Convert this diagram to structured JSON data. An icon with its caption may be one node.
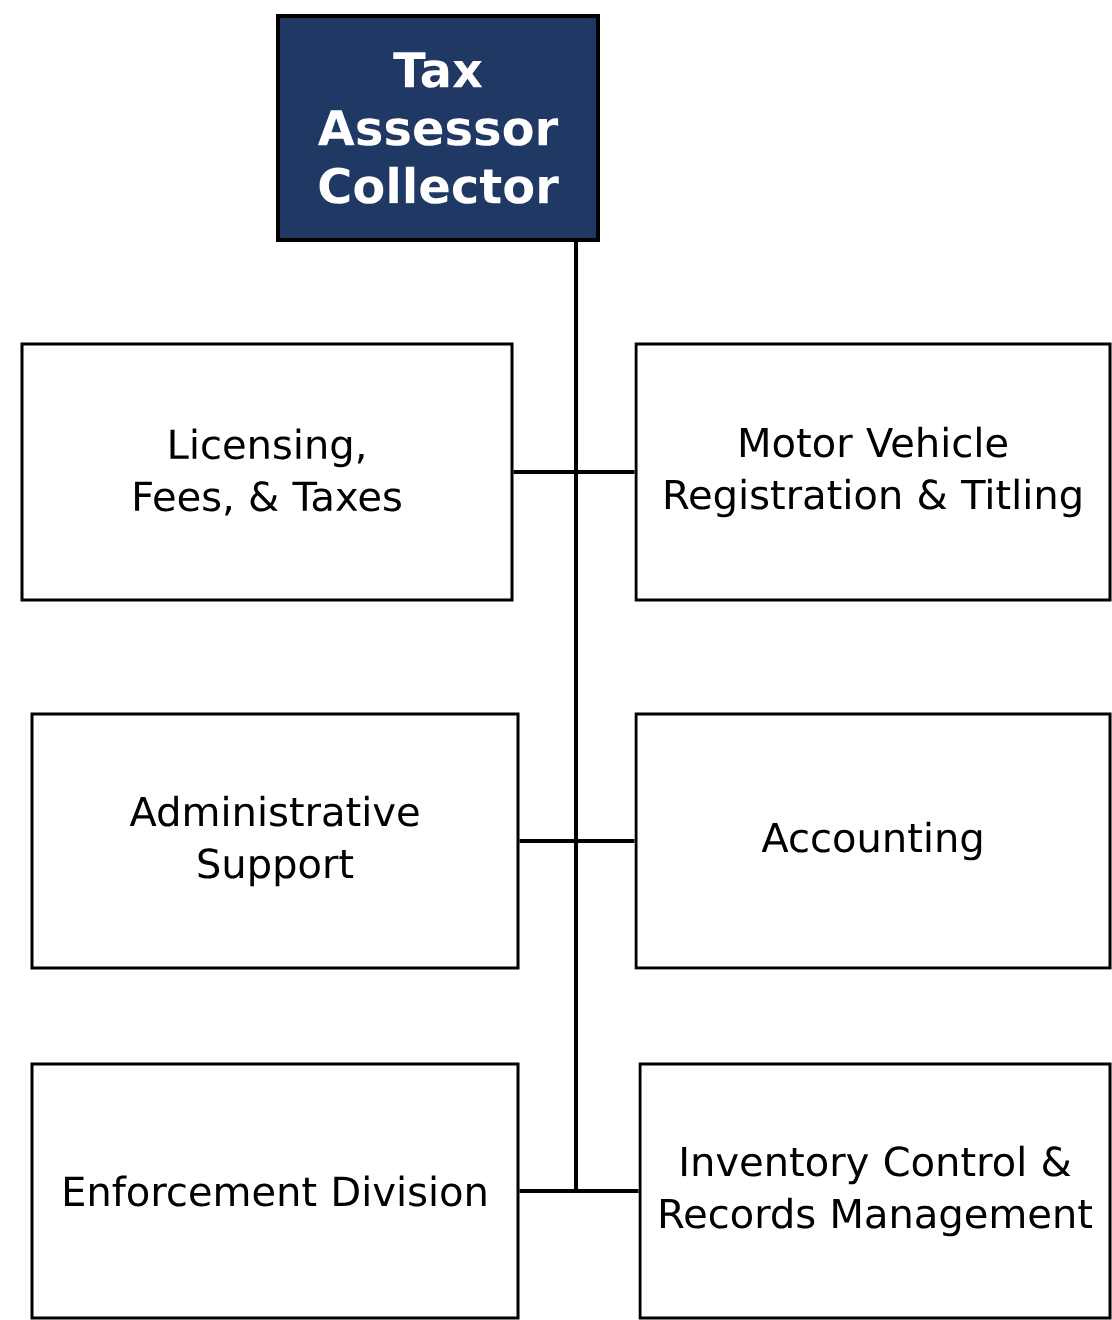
{
  "diagram": {
    "nodes": [
      {
        "text": [
          "Tax Assessor Collector"
        ]
      },
      {
        "text": [
          "Licensing, Fees, & Taxes"
        ]
      },
      {
        "text": [
          "Motor Vehicle Registration & Titling"
        ]
      },
      {
        "text": [
          "Administrative Support"
        ]
      },
      {
        "text": [
          "Accounting"
        ]
      },
      {
        "text": [
          "Enforcement Division"
        ]
      },
      {
        "text": [
          "Inventory Control & Records Management"
        ]
      }
    ],
    "edges": [
      {
        "from": 0,
        "to": 1,
        "arrow": "none"
      },
      {
        "from": 0,
        "to": 2,
        "arrow": "none"
      },
      {
        "from": 0,
        "to": 3,
        "arrow": "none"
      },
      {
        "from": 0,
        "to": 4,
        "arrow": "none"
      },
      {
        "from": 0,
        "to": 5,
        "arrow": "none"
      },
      {
        "from": 0,
        "to": 6,
        "arrow": "none"
      }
    ]
  }
}
